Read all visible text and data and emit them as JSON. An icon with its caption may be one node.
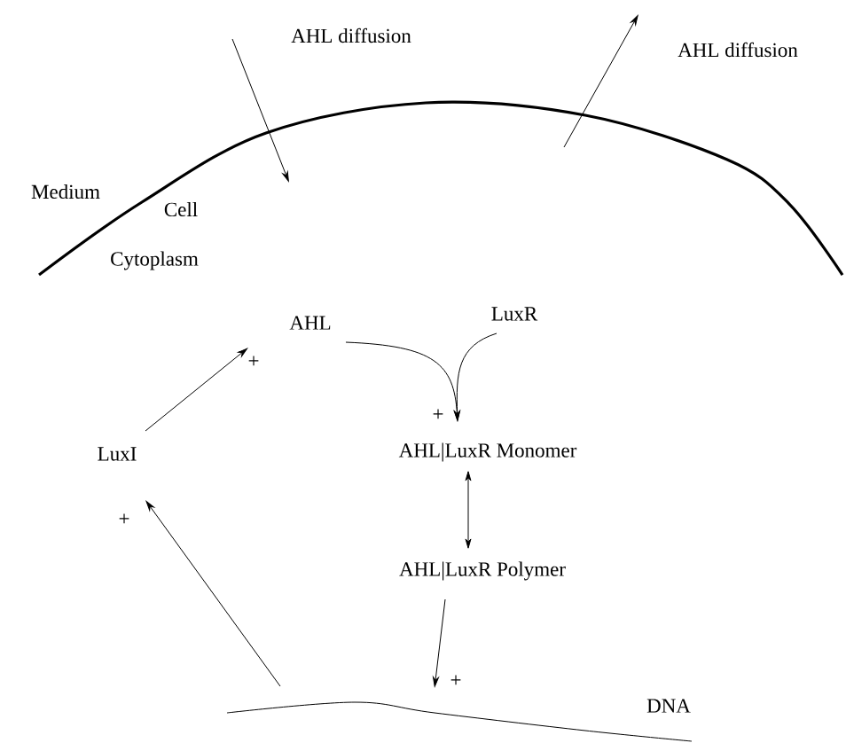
{
  "diagram": {
    "nodes": [
      {
        "text": [
          "AHL diffusion"
        ]
      },
      {
        "text": [
          "AHL diffusion"
        ]
      },
      {
        "text": [
          "AHL"
        ]
      },
      {
        "text": [
          "LuxR"
        ]
      },
      {
        "text": [
          "AHL|LuxR Monomer"
        ]
      },
      {
        "text": [
          "AHL|LuxR Polymer"
        ]
      },
      {
        "text": [
          "LuxI"
        ]
      },
      {
        "text": [
          "DNA"
        ]
      }
    ],
    "edges": [
      {
        "from": 0,
        "to": null,
        "arrow": "to"
      },
      {
        "from": null,
        "to": 1,
        "arrow": "to"
      },
      {
        "from": 2,
        "to": 4,
        "arrow": "to",
        "label": "+"
      },
      {
        "from": 3,
        "to": 4,
        "arrow": "to"
      },
      {
        "from": 4,
        "to": 5,
        "arrow": "both"
      },
      {
        "from": 5,
        "to": 7,
        "arrow": "to",
        "label": "+"
      },
      {
        "from": 7,
        "to": 6,
        "arrow": "to",
        "label": "+"
      },
      {
        "from": 6,
        "to": 2,
        "arrow": "to",
        "label": "+"
      }
    ],
    "labels": [
      "Medium",
      "Cell",
      "Cytoplasm"
    ]
  }
}
